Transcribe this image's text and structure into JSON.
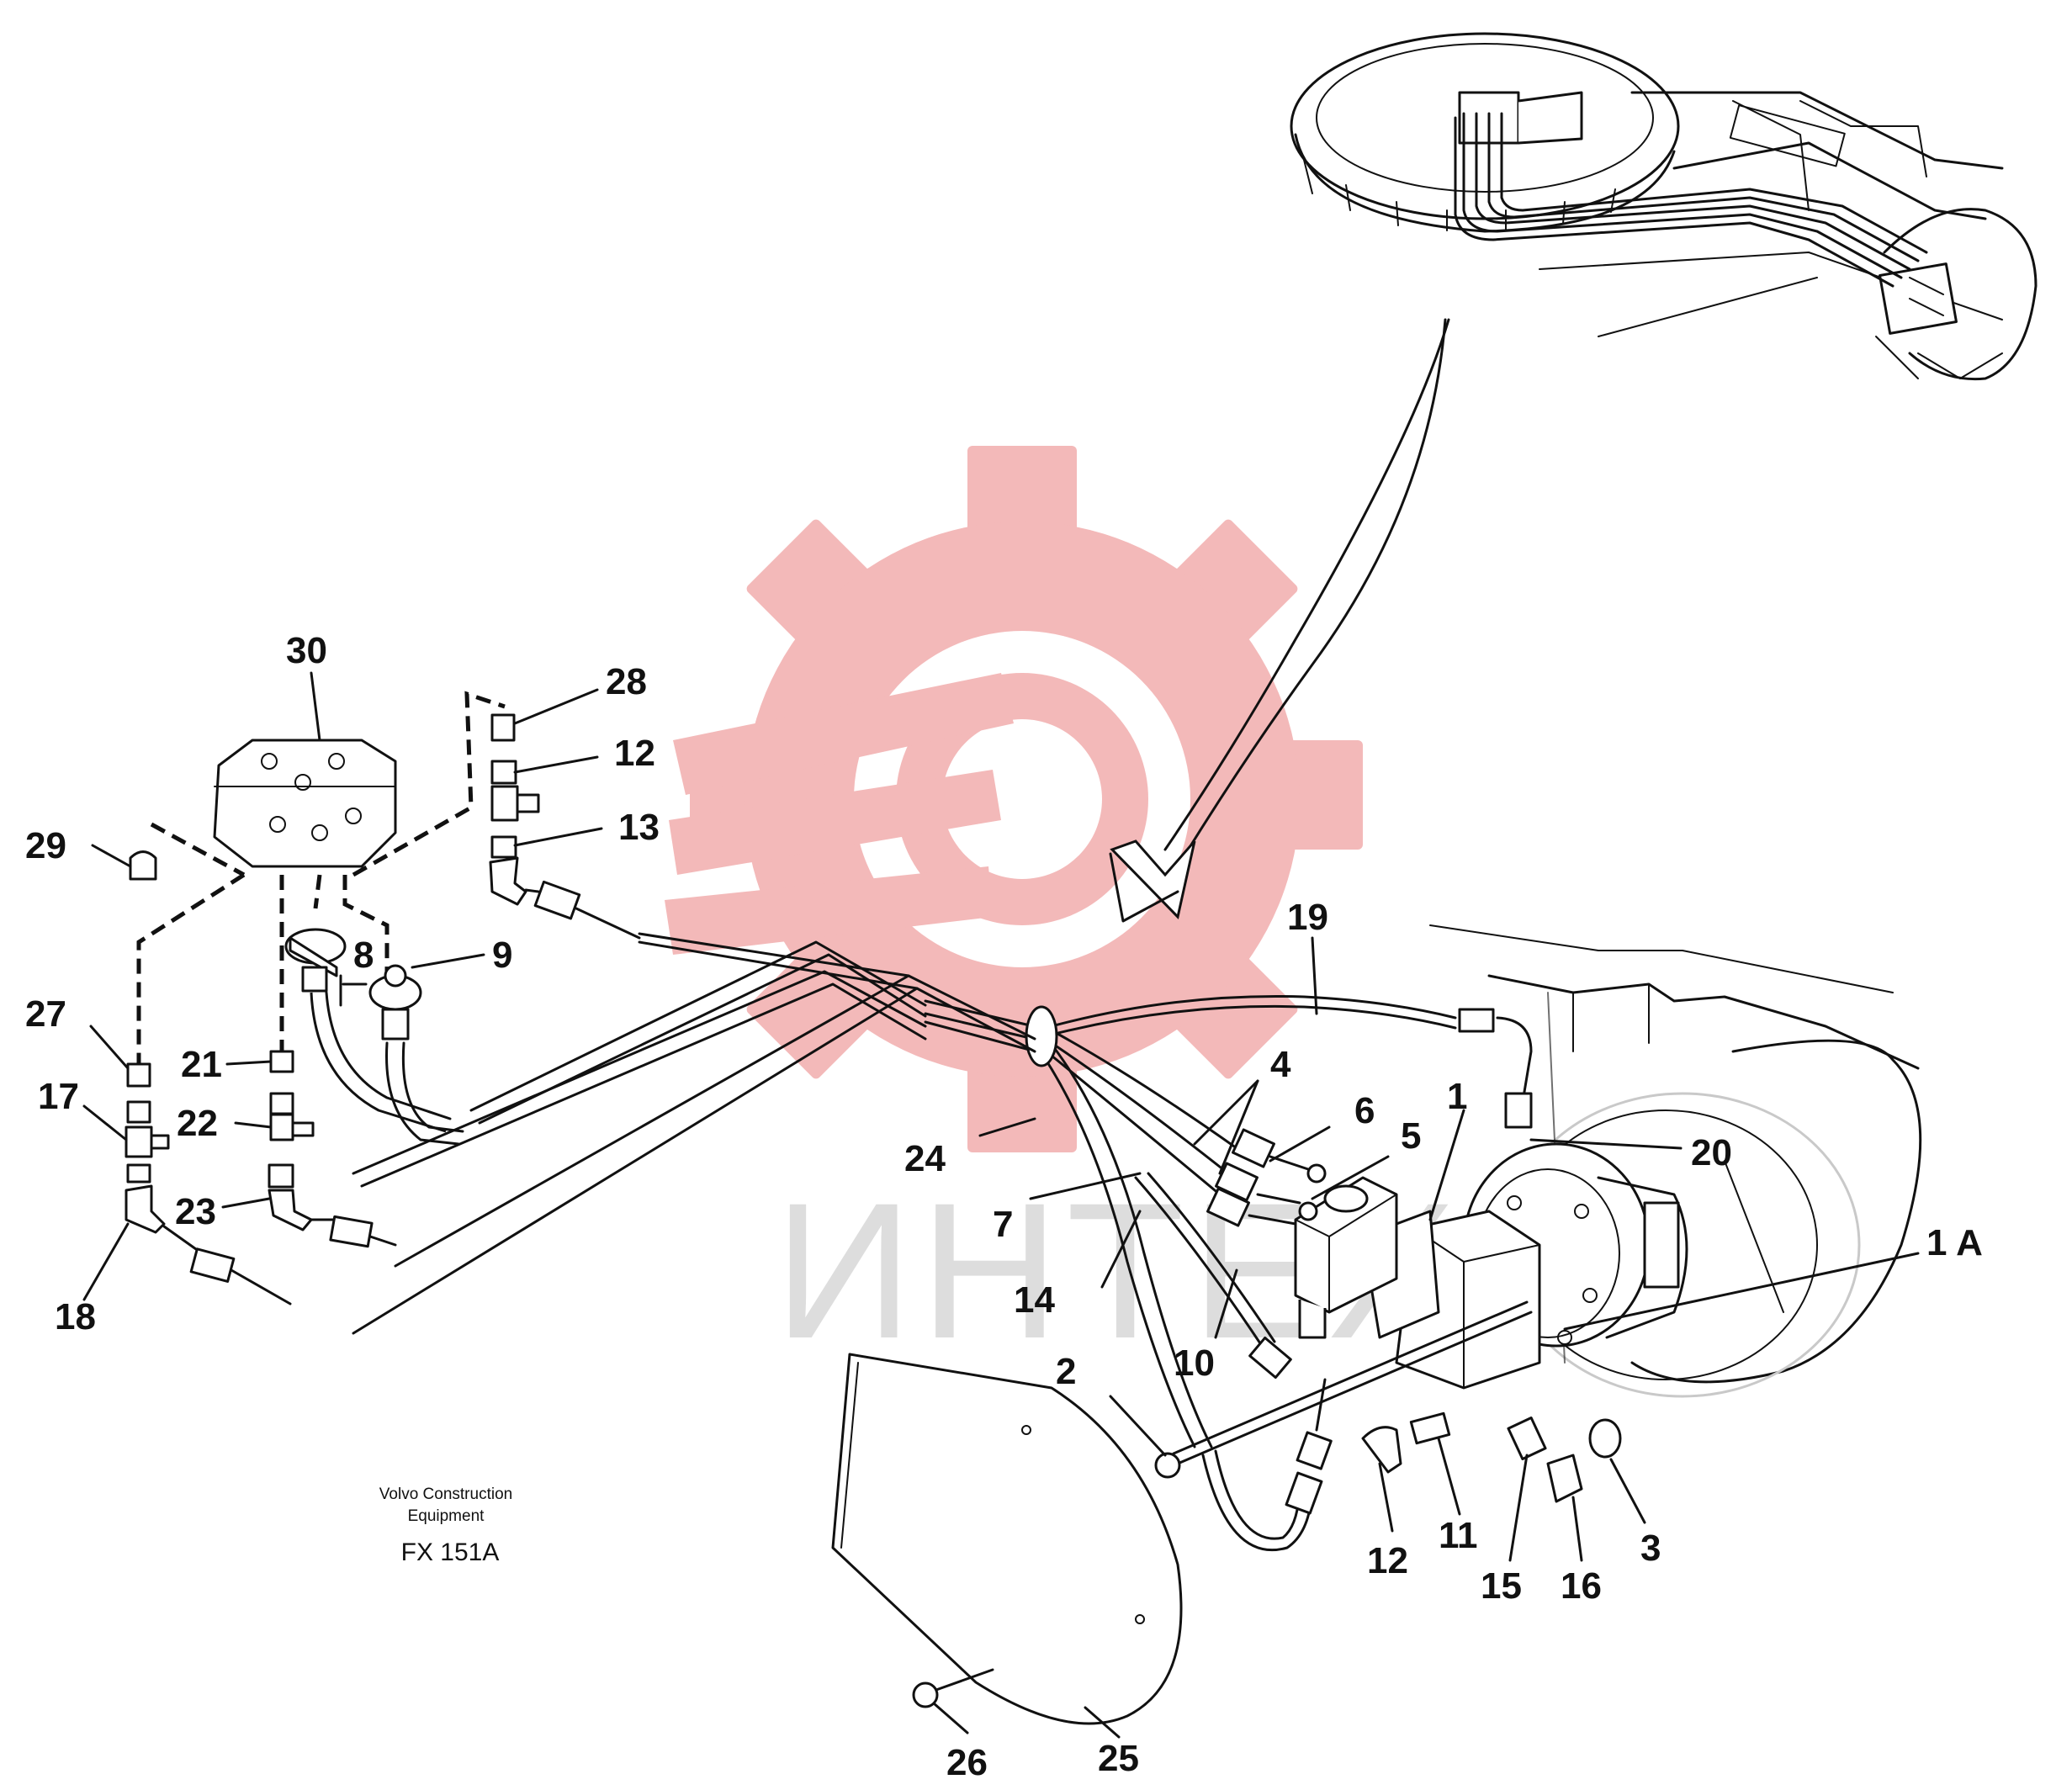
{
  "colors": {
    "watermark_gear": "#f3b6b6",
    "watermark_text": "#dcdcdc",
    "ink": "#111111"
  },
  "watermark": {
    "text": "ИНТЕХ",
    "logo": "gear-wrench-logo"
  },
  "caption": {
    "line1": "Volvo Construction",
    "line2": "Equipment",
    "code": "FX 151A"
  },
  "callouts": {
    "c1": "1",
    "c1a": "1 A",
    "c2": "2",
    "c3": "3",
    "c4": "4",
    "c5": "5",
    "c6": "6",
    "c7": "7",
    "c8": "8",
    "c9": "9",
    "c10": "10",
    "c11": "11",
    "c12a": "12",
    "c12b": "12",
    "c13": "13",
    "c14": "14",
    "c15": "15",
    "c16": "16",
    "c17": "17",
    "c18": "18",
    "c19": "19",
    "c20": "20",
    "c21": "21",
    "c22": "22",
    "c23": "23",
    "c24": "24",
    "c25": "25",
    "c26": "26",
    "c27": "27",
    "c28": "28",
    "c29": "29",
    "c30": "30"
  }
}
